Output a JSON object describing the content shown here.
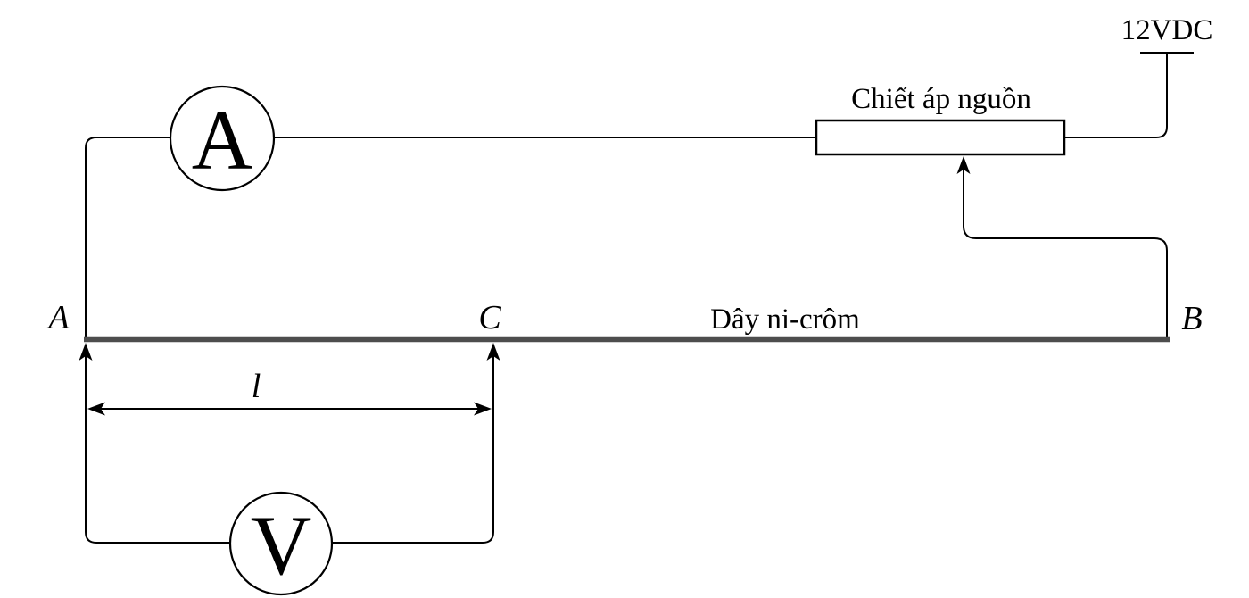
{
  "diagram": {
    "meters": {
      "ammeter": "A",
      "voltmeter": "V"
    },
    "labels": {
      "supply_voltage": "12VDC",
      "potentiometer": "Chiết áp nguồn",
      "nichrome_wire": "Dây ni-crôm",
      "point_a": "A",
      "point_b": "B",
      "point_c": "C",
      "length": "l"
    },
    "colors": {
      "line": "#000000",
      "nichrome_wire": "#4d4d4d",
      "background": "#ffffff"
    }
  }
}
